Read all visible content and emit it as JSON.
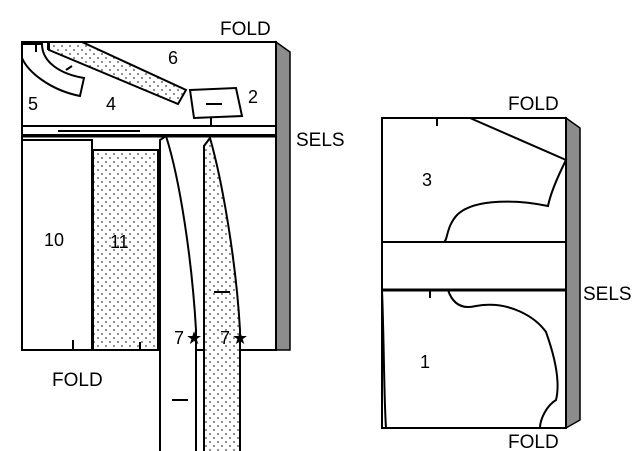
{
  "left_layout": {
    "fold_top": "FOLD",
    "selvage": "SELS",
    "fold_bottom": "FOLD",
    "pieces": {
      "p6": "6",
      "p5": "5",
      "p4": "4",
      "p2": "2",
      "p10": "10",
      "p11": "11",
      "p7a": "7",
      "p7b": "7"
    },
    "notch_star": "★"
  },
  "right_layout": {
    "fold_top": "FOLD",
    "selvage": "SELS",
    "fold_bottom": "FOLD",
    "pieces": {
      "p3": "3",
      "p1": "1"
    }
  },
  "colors": {
    "selvage_edge": "#8c8c8c",
    "line": "#000000",
    "dots": "#444444"
  }
}
